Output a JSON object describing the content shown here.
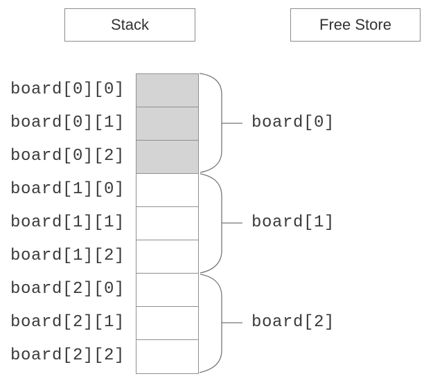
{
  "title_boxes": {
    "stack": "Stack",
    "free_store": "Free Store"
  },
  "cells": [
    {
      "label": "board[0][0]",
      "filled": true
    },
    {
      "label": "board[0][1]",
      "filled": true
    },
    {
      "label": "board[0][2]",
      "filled": true
    },
    {
      "label": "board[1][0]",
      "filled": false
    },
    {
      "label": "board[1][1]",
      "filled": false
    },
    {
      "label": "board[1][2]",
      "filled": false
    },
    {
      "label": "board[2][0]",
      "filled": false
    },
    {
      "label": "board[2][1]",
      "filled": false
    },
    {
      "label": "board[2][2]",
      "filled": false
    }
  ],
  "groups": [
    {
      "label": "board[0]"
    },
    {
      "label": "board[1]"
    },
    {
      "label": "board[2]"
    }
  ],
  "colors": {
    "background": "#ffffff",
    "cellFill": "#d4d4d4",
    "cellBorder": "#8f8f8f",
    "titleBorder": "#8a8a8a",
    "titleText": "#333333",
    "labelText": "#3a3a3a",
    "line": "#757575"
  }
}
